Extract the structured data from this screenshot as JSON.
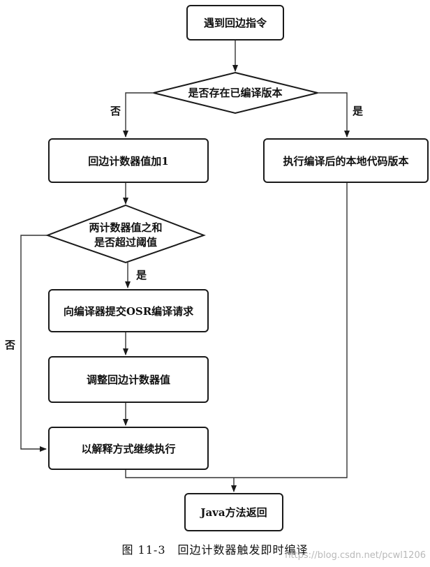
{
  "nodes": {
    "start": "遇到回边指令",
    "decision_compiled": "是否存在已编译版本",
    "increment": "回边计数器值加1",
    "decision_threshold_line1": "两计数器值之和",
    "decision_threshold_line2": "是否超过阈值",
    "execute_native": "执行编译后的本地代码版本",
    "submit_osr": "向编译器提交OSR编译请求",
    "adjust": "调整回边计数器值",
    "interpret": "以解释方式继续执行",
    "return": "Java方法返回"
  },
  "edge_labels": {
    "compiled_no": "否",
    "compiled_yes": "是",
    "threshold_yes": "是",
    "threshold_no": "否"
  },
  "caption": "图 11-3　回边计数器触发即时编译",
  "watermark": "https://blog.csdn.net/pcwl1206"
}
